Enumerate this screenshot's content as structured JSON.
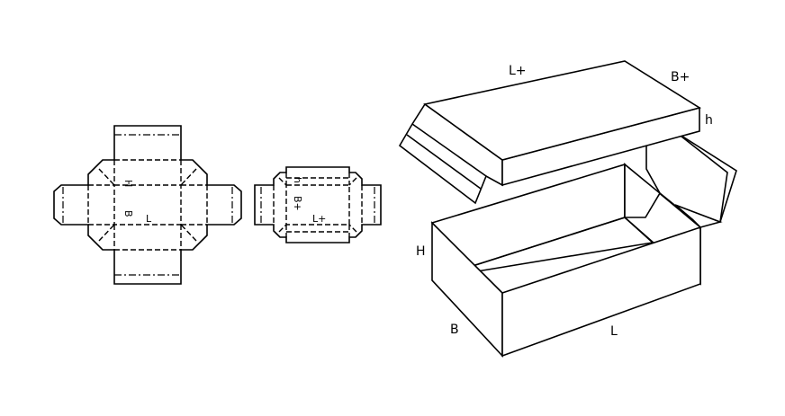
{
  "labels": {
    "net_bottom": {
      "length": "L",
      "width": "B",
      "height": "H"
    },
    "net_lid": {
      "length": "L+",
      "width": "B+",
      "height": "h"
    },
    "box_3d": {
      "lid_length": "L+",
      "lid_width": "B+",
      "lid_height": "h",
      "base_height": "H",
      "base_width": "B",
      "base_length": "L"
    }
  },
  "colors": {
    "line": "#000000",
    "background": "#ffffff"
  }
}
